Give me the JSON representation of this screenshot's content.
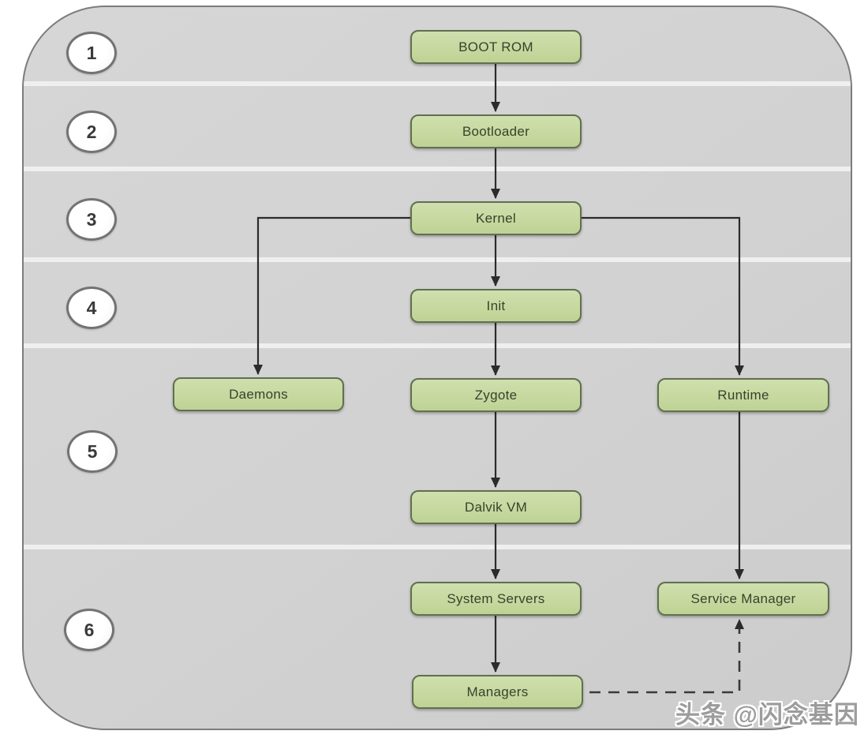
{
  "diagram": {
    "description": "Android system boot sequence flowchart with six numbered stages",
    "steps": [
      "1",
      "2",
      "3",
      "4",
      "5",
      "6"
    ],
    "nodes": {
      "boot_rom": "BOOT ROM",
      "bootloader": "Bootloader",
      "kernel": "Kernel",
      "init": "Init",
      "daemons": "Daemons",
      "zygote": "Zygote",
      "runtime": "Runtime",
      "dalvik_vm": "Dalvik VM",
      "system_servers": "System Servers",
      "service_manager": "Service Manager",
      "managers": "Managers"
    },
    "edges": [
      {
        "from": "BOOT ROM",
        "to": "Bootloader",
        "style": "solid"
      },
      {
        "from": "Bootloader",
        "to": "Kernel",
        "style": "solid"
      },
      {
        "from": "Kernel",
        "to": "Init",
        "style": "solid"
      },
      {
        "from": "Kernel",
        "to": "Daemons",
        "style": "solid"
      },
      {
        "from": "Kernel",
        "to": "Runtime",
        "style": "solid"
      },
      {
        "from": "Init",
        "to": "Zygote",
        "style": "solid"
      },
      {
        "from": "Zygote",
        "to": "Dalvik VM",
        "style": "solid"
      },
      {
        "from": "Dalvik VM",
        "to": "System Servers",
        "style": "solid"
      },
      {
        "from": "System Servers",
        "to": "Managers",
        "style": "solid"
      },
      {
        "from": "Runtime",
        "to": "Service Manager",
        "style": "solid"
      },
      {
        "from": "Managers",
        "to": "Service Manager",
        "style": "dashed"
      }
    ],
    "colors": {
      "node_fill": "#c6d89e",
      "node_border": "#60704f",
      "node_text": "#36432c",
      "container_fill": "#d2d2d2",
      "container_border": "#7c7c7c",
      "divider": "#efefef",
      "arrow": "#2b2b2b",
      "circle_border": "#737373",
      "watermark_text": "#9c9c9c"
    },
    "watermark": "头条 @闪念基因"
  }
}
